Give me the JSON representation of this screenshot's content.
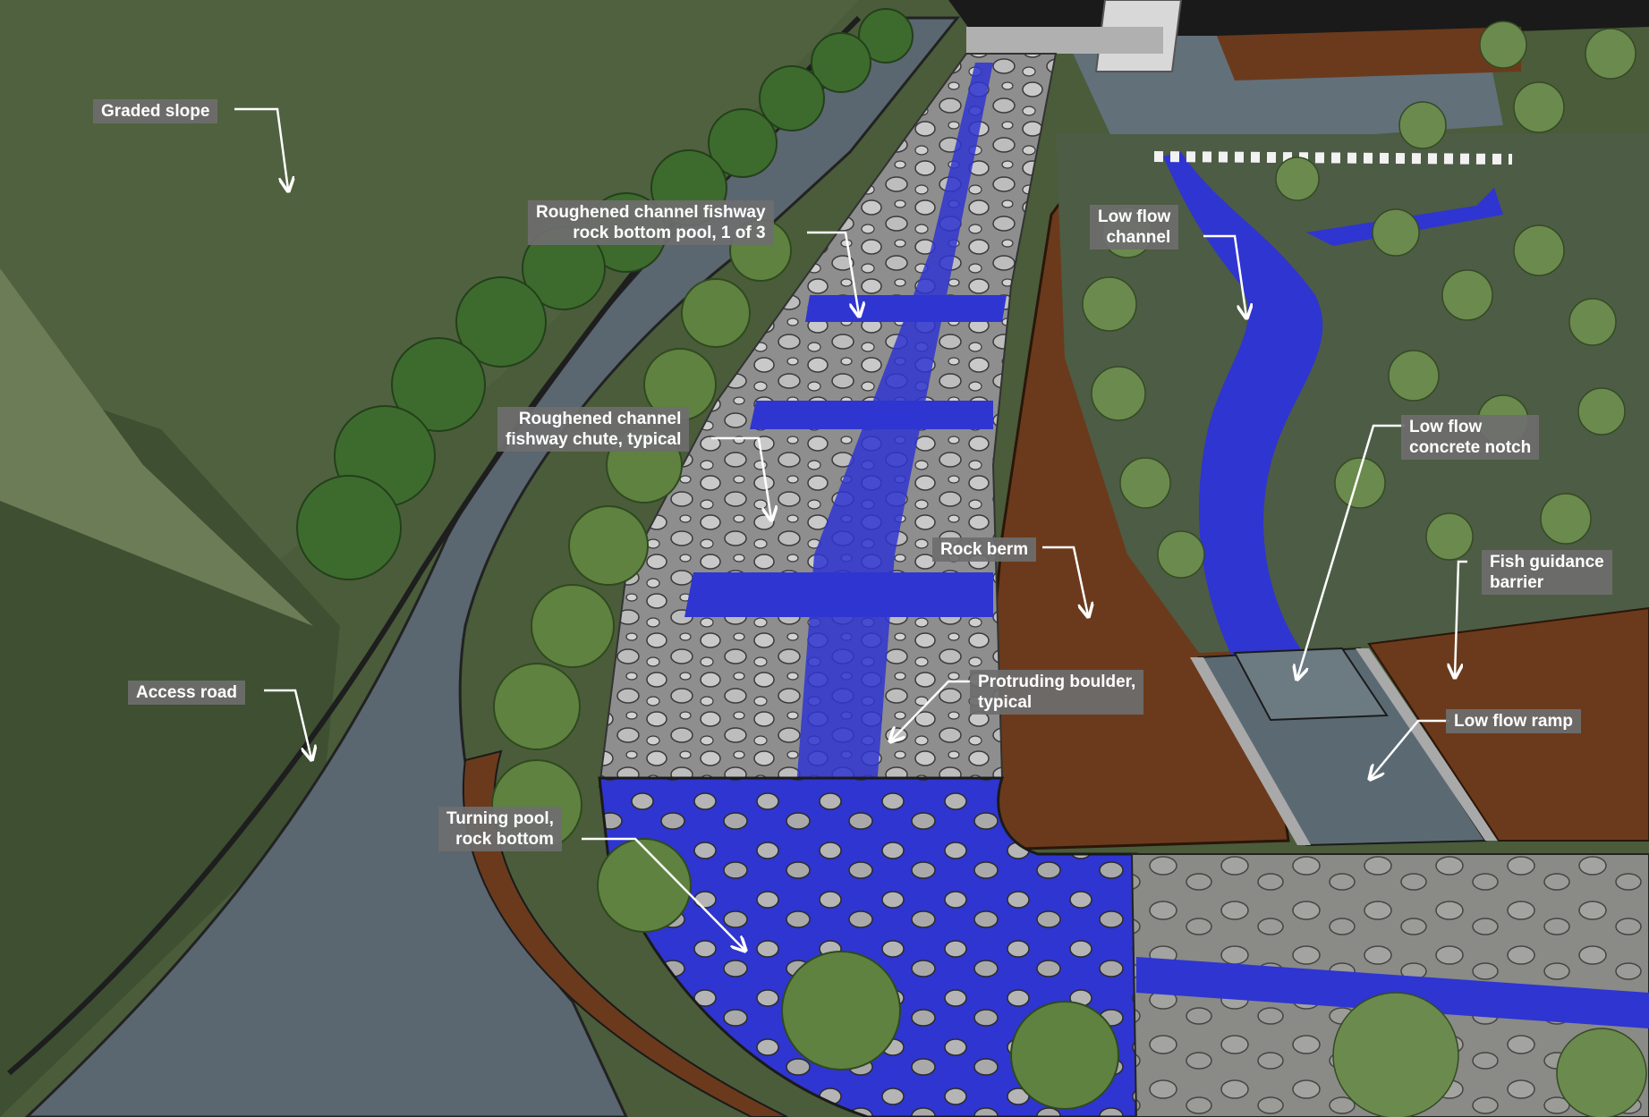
{
  "callouts": {
    "graded_slope": "Graded slope",
    "access_road": "Access road",
    "rock_bottom_pool": "Roughened channel fishway\nrock bottom pool, 1 of 3",
    "fishway_chute": "Roughened channel\nfishway chute, typical",
    "turning_pool": "Turning pool,\nrock bottom",
    "low_flow_channel": "Low flow\nchannel",
    "rock_berm": "Rock berm",
    "protruding_boulder": "Protruding boulder,\ntypical",
    "concrete_notch": "Low flow\nconcrete notch",
    "fish_guidance_barrier": "Fish guidance\nbarrier",
    "low_flow_ramp": "Low flow ramp"
  },
  "colors": {
    "water": "#2f35d0",
    "hillside": "#4a5c3a",
    "road": "#5a6670",
    "earth": "#6b3a1c",
    "rock": "#8c8c8c",
    "callout_bg": "#6e6e6e",
    "arrow": "#ffffff"
  }
}
